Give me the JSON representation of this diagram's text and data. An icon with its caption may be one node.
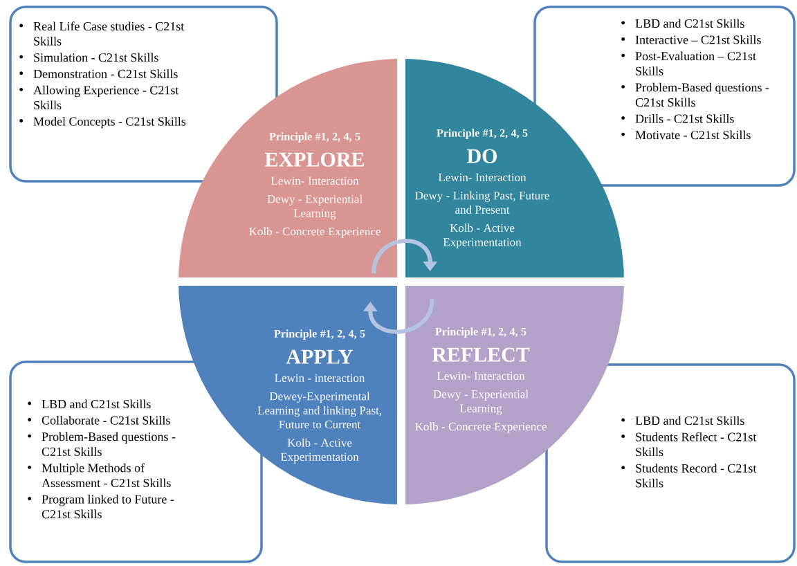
{
  "diagram": {
    "nodes": [
      {
        "text": [
          "Real Life Case studies - C21st Skills",
          "Simulation - C21st Skills",
          "Demonstration - C21st Skills",
          "Allowing Experience - C21st Skills",
          "Model Concepts - C21st Skills"
        ]
      },
      {
        "text": [
          "LBD and C21st Skills",
          "Interactive – C21st Skills",
          "Post-Evaluation – C21st Skills",
          "Problem-Based questions - C21st Skills",
          "Drills - C21st Skills",
          "Motivate - C21st Skills"
        ]
      },
      {
        "text": [
          "Principle #1, 2, 4, 5",
          "EXPLORE",
          "Lewin- Interaction",
          "Dewy - Experiential Learning",
          "Kolb - Concrete Experience"
        ]
      },
      {
        "text": [
          "Principle #1, 2, 4, 5",
          "DO",
          "Lewin- Interaction",
          "Dewy - Linking Past, Future and Present",
          "Kolb - Active Experimentation"
        ]
      },
      {
        "text": [
          "Principle #1, 2, 4, 5",
          "APPLY",
          "Lewin - interaction",
          "Dewey-Experimental Learning and linking Past, Future to Current",
          "Kolb - Active Experimentation"
        ]
      },
      {
        "text": [
          "Principle #1, 2, 4, 5",
          "REFLECT",
          "Lewin- Interaction",
          "Dewy - Experiential Learning",
          "Kolb - Concrete Experience"
        ]
      },
      {
        "text": [
          "LBD and C21st Skills",
          "Collaborate - C21st Skills",
          "Problem-Based questions - C21st Skills",
          "Multiple Methods of Assessment - C21st Skills",
          "Program linked to Future - C21st Skills"
        ]
      },
      {
        "text": [
          "LBD and C21st Skills",
          "Students Reflect - C21st Skills",
          "Students Record - C21st Skills"
        ]
      }
    ],
    "edges": [
      {
        "from": 2,
        "to": 3,
        "arrow": "to"
      },
      {
        "from": 5,
        "to": 4,
        "arrow": "to"
      }
    ]
  }
}
